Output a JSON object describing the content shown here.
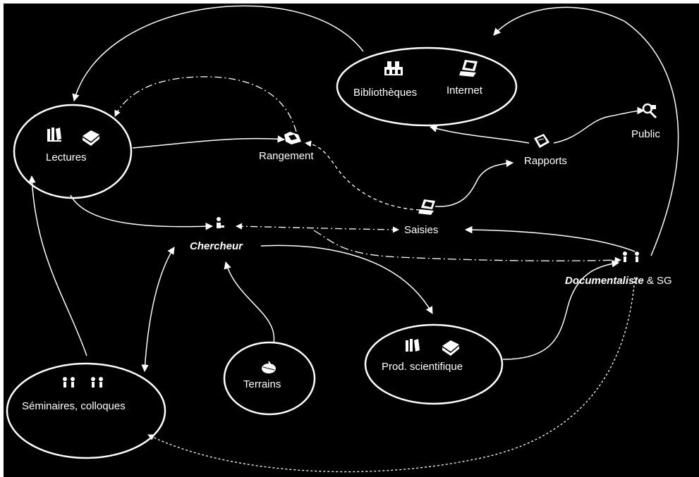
{
  "nodes": {
    "bibliotheques": "Bibliothèques",
    "internet": "Internet",
    "public": "Public",
    "lectures": "Lectures",
    "rangement": "Rangement",
    "rapports": "Rapports",
    "saisies": "Saisies",
    "chercheur": "Chercheur",
    "documentaliste": "Documentaliste",
    "documentaliste_suffix": "& SG",
    "prod_scientifique": "Prod. scientifique",
    "terrains": "Terrains",
    "seminaires": "Séminaires, colloques"
  },
  "colors": {
    "background": "#000000",
    "foreground": "#ffffff"
  },
  "icons": [
    "library-icon",
    "computer-icon",
    "magnifier-person-icon",
    "books-icon",
    "book-icon",
    "folder-icon",
    "document-icon",
    "person-icon",
    "people-icon",
    "globe-icon"
  ]
}
